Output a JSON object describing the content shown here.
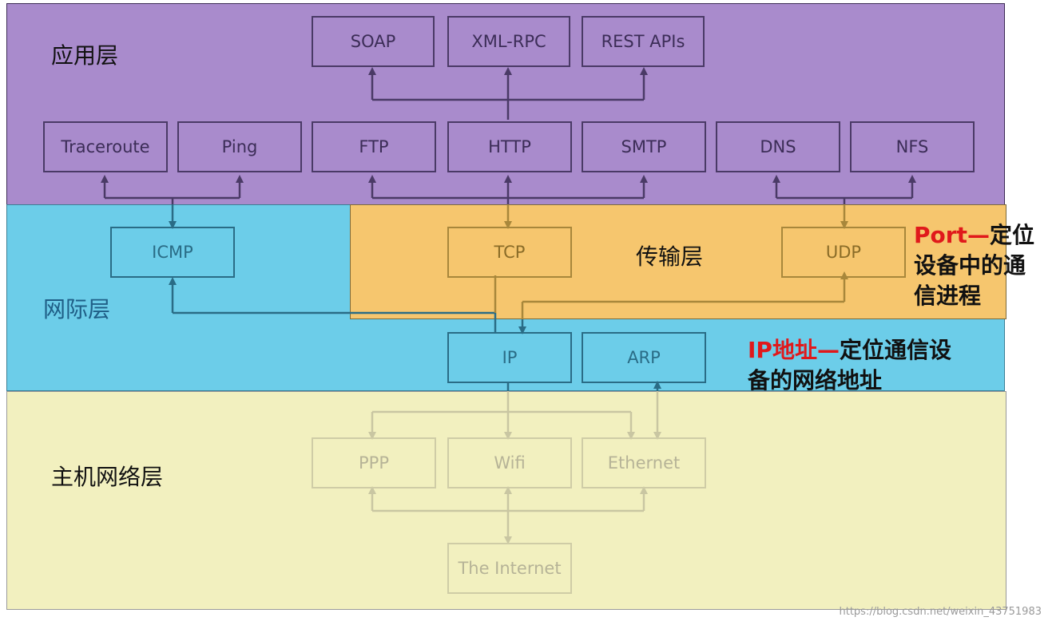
{
  "layers": {
    "application": "应用层",
    "transport": "传输层",
    "internet": "网际层",
    "host_network": "主机网络层"
  },
  "protocols": {
    "soap": "SOAP",
    "xmlrpc": "XML-RPC",
    "rest": "REST APIs",
    "traceroute": "Traceroute",
    "ping": "Ping",
    "ftp": "FTP",
    "http": "HTTP",
    "smtp": "SMTP",
    "dns": "DNS",
    "nfs": "NFS",
    "icmp": "ICMP",
    "tcp": "TCP",
    "udp": "UDP",
    "ip": "IP",
    "arp": "ARP",
    "ppp": "PPP",
    "wifi": "Wifi",
    "ethernet": "Ethernet",
    "internet": "The Internet"
  },
  "annotations": {
    "port": {
      "term": "Port—",
      "line1": "定位",
      "line2": "设备中的通",
      "line3": "信进程"
    },
    "ip": {
      "term": "IP地址—",
      "line1": "定位通信设",
      "line2": "备的网络地址"
    }
  },
  "watermark": "https://blog.csdn.net/weixin_43751983",
  "colors": {
    "application_band": "#a98bcc",
    "internet_band": "#6ccde9",
    "transport_band": "#f6c66e",
    "host_band": "#f2f0bf",
    "annotation_term": "#e0191b"
  }
}
